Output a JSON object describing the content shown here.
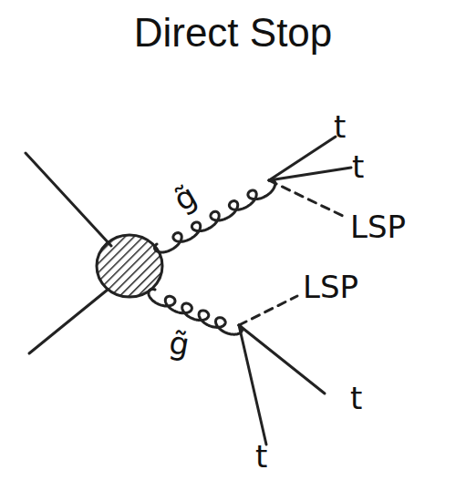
{
  "diagram": {
    "title": "Direct Stop",
    "labels": [
      "g̃",
      "t",
      "t",
      "LSP",
      "LSP",
      "g̃",
      "t",
      "t"
    ]
  }
}
